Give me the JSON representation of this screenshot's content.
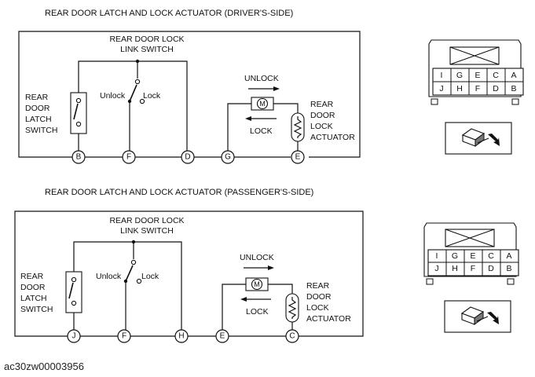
{
  "diagrams": [
    {
      "title": "REAR DOOR LATCH AND LOCK ACTUATOR (DRIVER'S-SIDE)",
      "link_switch_label": [
        "REAR DOOR LOCK",
        "LINK SWITCH"
      ],
      "latch_switch_label": [
        "REAR",
        "DOOR",
        "LATCH",
        "SWITCH"
      ],
      "unlock_text": "Unlock",
      "lock_text": "Lock",
      "arrow_unlock": "UNLOCK",
      "arrow_lock": "LOCK",
      "motor_symbol": "M",
      "actuator_label": [
        "REAR",
        "DOOR",
        "LOCK",
        "ACTUATOR"
      ],
      "pins": [
        "B",
        "F",
        "D",
        "G",
        "E"
      ],
      "connector_rows": [
        [
          "I",
          "G",
          "E",
          "C",
          "A"
        ],
        [
          "J",
          "H",
          "F",
          "D",
          "B"
        ]
      ]
    },
    {
      "title": "REAR DOOR LATCH AND LOCK ACTUATOR (PASSENGER'S-SIDE)",
      "link_switch_label": [
        "REAR DOOR LOCK",
        "LINK SWITCH"
      ],
      "latch_switch_label": [
        "REAR",
        "DOOR",
        "LATCH",
        "SWITCH"
      ],
      "unlock_text": "Unlock",
      "lock_text": "Lock",
      "arrow_unlock": "UNLOCK",
      "arrow_lock": "LOCK",
      "motor_symbol": "M",
      "actuator_label": [
        "REAR",
        "DOOR",
        "LOCK",
        "ACTUATOR"
      ],
      "pins": [
        "J",
        "F",
        "H",
        "E",
        "C"
      ],
      "connector_rows": [
        [
          "I",
          "G",
          "E",
          "C",
          "A"
        ],
        [
          "J",
          "H",
          "F",
          "D",
          "B"
        ]
      ]
    }
  ],
  "figure_code": "ac30zw00003956"
}
